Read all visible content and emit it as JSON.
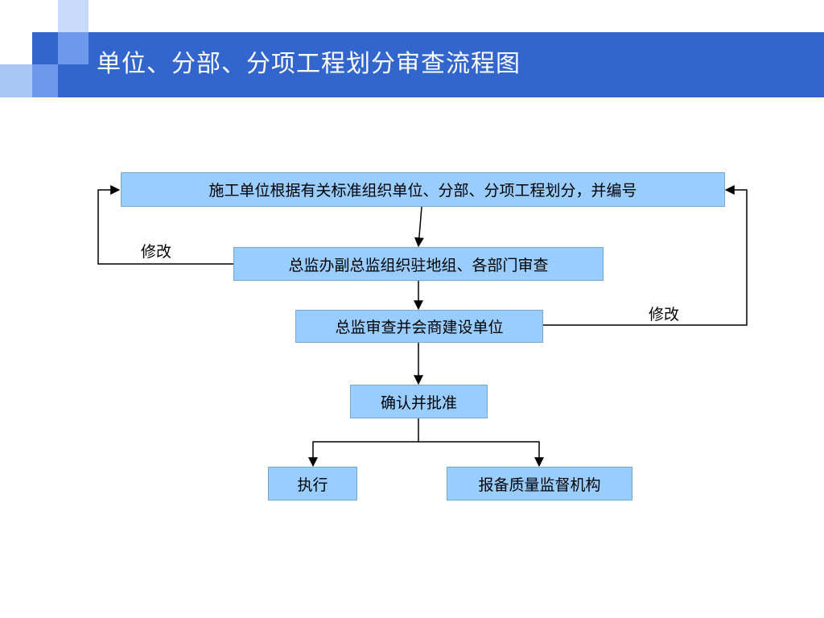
{
  "title": "单位、分部、分项工程划分审查流程图",
  "steps": {
    "organize": "施工单位根据有关标准组织单位、分部、分项工程划分，并编号",
    "review": "总监办副总监组织驻地组、各部门审查",
    "consult": "总监审查并会商建设单位",
    "approve": "确认并批准",
    "execute": "执行",
    "report": "报备质量监督机构"
  },
  "labels": {
    "revise_left": "修改",
    "revise_right": "修改"
  },
  "colors": {
    "title_bar": "#3366cc",
    "box_fill": "#99ccff",
    "line": "#000000"
  }
}
